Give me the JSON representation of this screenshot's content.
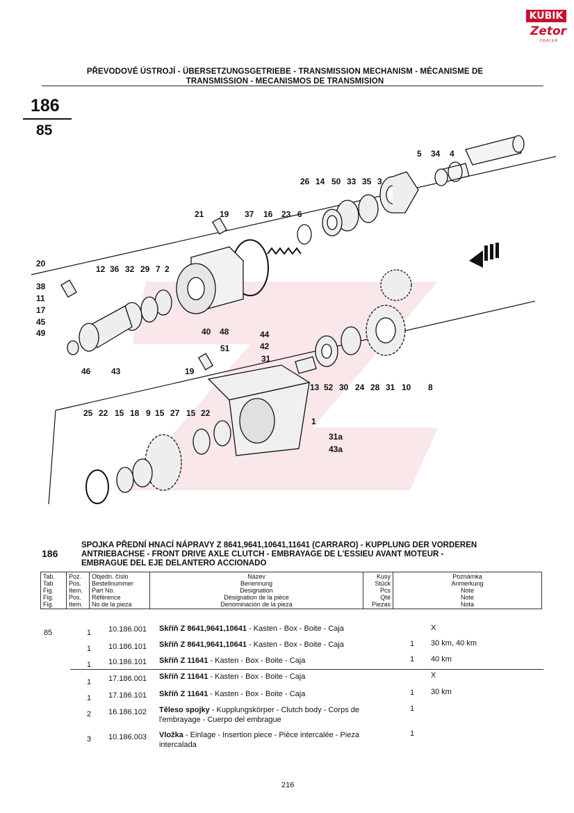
{
  "logo": {
    "brand": "KUBIK",
    "sub": "Zetor",
    "tag": "DEALER"
  },
  "header": {
    "title_line1": "PŘEVODOVÉ ÚSTROJÍ - ÜBERSETZUNGSGETRIEBE - TRANSMISSION MECHANISM - MÉCANISME DE",
    "title_line2": "TRANSMISSION - MECANISMOS DE TRANSMISION",
    "page_top": "186",
    "page_bottom": "85"
  },
  "diagram": {
    "labels": {
      "l5": "5",
      "l34": "34",
      "l4": "4",
      "l26": "26",
      "l14": "14",
      "l50": "50",
      "l33": "33",
      "l35": "35",
      "l3": "3",
      "l21": "21",
      "l19a": "19",
      "l37": "37",
      "l16": "16",
      "l23": "23",
      "l6": "6",
      "l20": "20",
      "l12": "12",
      "l36": "36",
      "l32": "32",
      "l29": "29",
      "l7": "7",
      "l2": "2",
      "l38": "38",
      "l11": "11",
      "l17": "17",
      "l45": "45",
      "l49": "49",
      "l46": "46",
      "l43": "43",
      "l40": "40",
      "l48": "48",
      "l44": "44",
      "l51": "51",
      "l42": "42",
      "l31": "31",
      "l19b": "19",
      "l13": "13",
      "l52": "52",
      "l30": "30",
      "l24": "24",
      "l28": "28",
      "l31b": "31",
      "l10": "10",
      "l8": "8",
      "l25": "25",
      "l22": "22",
      "l15": "15",
      "l18": "18",
      "l9": "9",
      "l15b": "15",
      "l27": "27",
      "l15c": "15",
      "l22b": "22",
      "l1": "1",
      "l31a": "31a",
      "l43a": "43a"
    }
  },
  "section": {
    "number": "186",
    "title_line1": "SPOJKA PŘEDNÍ HNACÍ NÁPRAVY Z 8641,9641,10641,11641 (CARRARO) - KUPPLUNG DER VORDEREN",
    "title_line2": "ANTRIEBACHSE - FRONT DRIVE AXLE CLUTCH - EMBRAYAGE DE L'ESSIEU AVANT MOTEUR -",
    "title_line3": "EMBRAGUE DEL EJE DELANTERO ACCIONADO"
  },
  "table_headers": {
    "tab": [
      "Tab.",
      "Tab",
      "Fig.",
      "Fig.",
      "Fig."
    ],
    "pos": [
      "Poz.",
      "Pos.",
      "Item.",
      "Pos.",
      "Item."
    ],
    "num": [
      "Objedn. číslo",
      "Bestellnummer",
      "Part No.",
      "Référence",
      "No de la pieza"
    ],
    "name": [
      "Název",
      "Benennung",
      "Designation",
      "Désignation de la pièce",
      "Denominación de la pieza"
    ],
    "qty": [
      "Kusy",
      "Stück",
      "Pcs",
      "Qté",
      "Piezas"
    ],
    "note": [
      "Poznámka",
      "Anmerkung",
      "Note",
      "Note",
      "Nota"
    ]
  },
  "rows": [
    {
      "tab": "85",
      "pos": "1",
      "num": "10.186.001",
      "name_b": "Skříň Z 8641,9641,10641",
      "name_r": " - Kasten - Box - Boite - Caja",
      "qty": "",
      "note": "X"
    },
    {
      "tab": "",
      "pos": "1",
      "num": "10.186.101",
      "name_b": "Skříň Z 8641,9641,10641",
      "name_r": " - Kasten - Box - Boite - Caja",
      "qty": "1",
      "note": "30 km, 40 km"
    },
    {
      "tab": "",
      "pos": "1",
      "num": "10.186.101",
      "name_b": "Skříň Z 11641",
      "name_r": " - Kasten - Box - Boite - Caja",
      "qty": "1",
      "note": "40 km"
    },
    {
      "tab": "",
      "pos": "1",
      "num": "17.186.001",
      "name_b": "Skříň Z 11641",
      "name_r": " - Kasten - Box - Boite - Caja",
      "qty": "",
      "note": "X"
    },
    {
      "tab": "",
      "pos": "1",
      "num": "17.186.101",
      "name_b": "Skříň Z 11641",
      "name_r": " - Kasten - Box - Boite - Caja",
      "qty": "1",
      "note": "30 km"
    },
    {
      "tab": "",
      "pos": "2",
      "num": "16.186.102",
      "name_b": "Těleso spojky",
      "name_r": " - Kupplungskörper - Clutch body  - Corps de l'embrayage - Cuerpo del embrague",
      "qty": "1",
      "note": ""
    },
    {
      "tab": "",
      "pos": "3",
      "num": "10.186.003",
      "name_b": "Vložka",
      "name_r": " - Einlage - Insertion piece  - Pièce intercalée - Pieza intercalada",
      "qty": "1",
      "note": ""
    }
  ],
  "footer": {
    "page_number": "216"
  }
}
